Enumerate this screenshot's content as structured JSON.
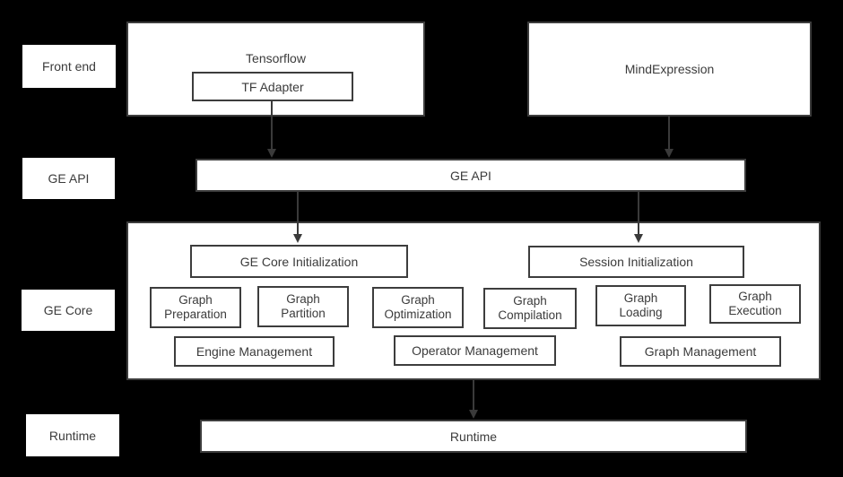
{
  "side_labels": {
    "front_end": "Front end",
    "ge_api": "GE API",
    "ge_core": "GE Core",
    "runtime": "Runtime"
  },
  "front_end": {
    "tensorflow_label": "Tensorflow",
    "tf_adapter_label": "TF Adapter",
    "mindexpression_label": "MindExpression"
  },
  "ge_api": {
    "bar_label": "GE API"
  },
  "ge_core": {
    "ge_core_initialization": "GE Core Initialization",
    "session_initialization": "Session Initialization",
    "modules": [
      "Graph\nPreparation",
      "Graph\nPartition",
      "Graph\nOptimization",
      "Graph\nCompilation",
      "Graph\nLoading",
      "Graph\nExecution"
    ],
    "management": [
      "Engine Management",
      "Operator Management",
      "Graph Management"
    ]
  },
  "runtime": {
    "bar_label": "Runtime"
  },
  "colors": {
    "background": "#000000",
    "box_fill": "#ffffff",
    "border": "#3d3d3d",
    "text": "#3b3b3b",
    "arrow": "#3a3a3a"
  }
}
